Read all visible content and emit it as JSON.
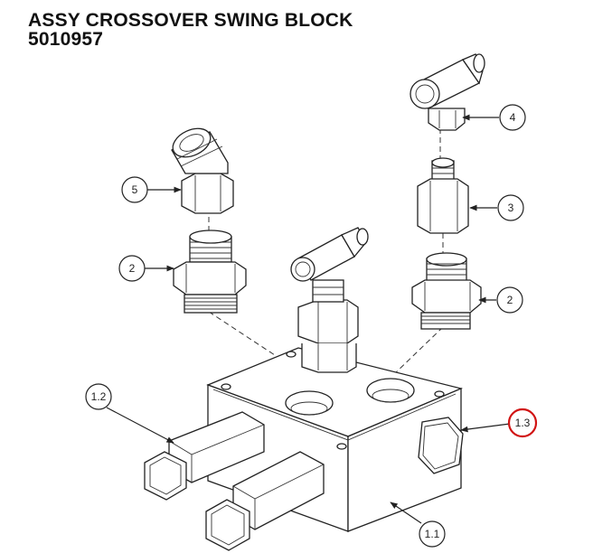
{
  "title": {
    "line1": "ASSY CROSSOVER SWING BLOCK",
    "line2": "5010957"
  },
  "callouts": {
    "c4": "4",
    "c3": "3",
    "c5": "5",
    "c2_left": "2",
    "c2_right": "2",
    "c1_2": "1.2",
    "c1_3": "1.3",
    "c1_1": "1.1"
  },
  "colors": {
    "highlight": "#d11414",
    "line": "#222222"
  }
}
